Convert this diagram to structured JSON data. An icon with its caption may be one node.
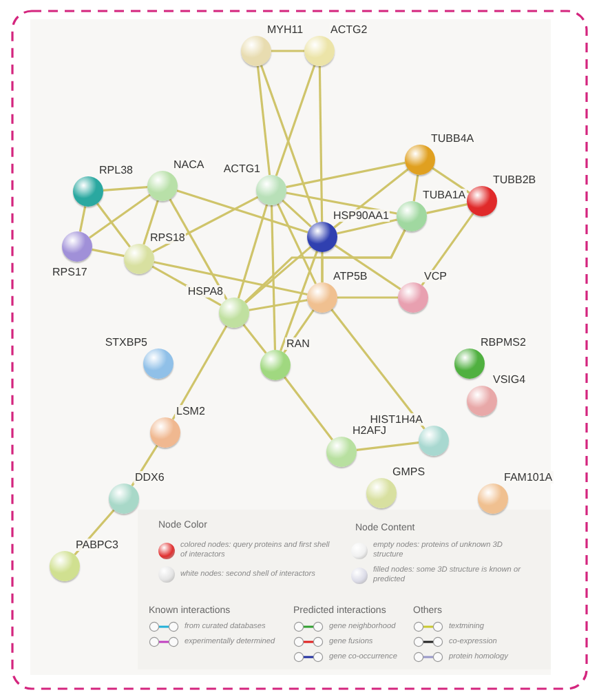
{
  "diagram": {
    "nodes": [
      {
        "text": [
          "MYH11"
        ]
      },
      {
        "text": [
          "ACTG2"
        ]
      },
      {
        "text": [
          "TUBB4A"
        ]
      },
      {
        "text": [
          "RPL38"
        ]
      },
      {
        "text": [
          "NACA"
        ]
      },
      {
        "text": [
          "ACTG1"
        ]
      },
      {
        "text": [
          "TUBB2B"
        ]
      },
      {
        "text": [
          "TUBA1A"
        ]
      },
      {
        "text": [
          "RPS17"
        ]
      },
      {
        "text": [
          "HSP90AA1"
        ]
      },
      {
        "text": [
          "RPS18"
        ]
      },
      {
        "text": [
          "VCP"
        ]
      },
      {
        "text": [
          "ATP5B"
        ]
      },
      {
        "text": [
          "HSPA8"
        ]
      },
      {
        "text": [
          "STXBP5"
        ]
      },
      {
        "text": [
          "RAN"
        ]
      },
      {
        "text": [
          "RBPMS2"
        ]
      },
      {
        "text": [
          "VSIG4"
        ]
      },
      {
        "text": [
          "LSM2"
        ]
      },
      {
        "text": [
          "H2AFJ"
        ]
      },
      {
        "text": [
          "HIST1H4A"
        ]
      },
      {
        "text": [
          "DDX6"
        ]
      },
      {
        "text": [
          "GMPS"
        ]
      },
      {
        "text": [
          "FAM101A"
        ]
      },
      {
        "text": [
          "PABPC3"
        ]
      }
    ],
    "edges": [
      {
        "from": 0,
        "to": 1,
        "arrow": "none"
      },
      {
        "from": 0,
        "to": 5,
        "arrow": "none"
      },
      {
        "from": 0,
        "to": 9,
        "arrow": "none"
      },
      {
        "from": 1,
        "to": 5,
        "arrow": "none"
      },
      {
        "from": 1,
        "to": 9,
        "arrow": "none"
      },
      {
        "from": 3,
        "to": 4,
        "arrow": "none"
      },
      {
        "from": 3,
        "to": 8,
        "arrow": "none"
      },
      {
        "from": 3,
        "to": 10,
        "arrow": "none"
      },
      {
        "from": 4,
        "to": 8,
        "arrow": "none"
      },
      {
        "from": 4,
        "to": 10,
        "arrow": "none"
      },
      {
        "from": 4,
        "to": 13,
        "arrow": "none"
      },
      {
        "from": 4,
        "to": 9,
        "arrow": "none"
      },
      {
        "from": 8,
        "to": 10,
        "arrow": "none"
      },
      {
        "from": 10,
        "to": 13,
        "arrow": "none"
      },
      {
        "from": 10,
        "to": 5,
        "arrow": "none"
      },
      {
        "from": 10,
        "to": 12,
        "arrow": "none"
      },
      {
        "from": 5,
        "to": 2,
        "arrow": "none"
      },
      {
        "from": 5,
        "to": 7,
        "arrow": "none"
      },
      {
        "from": 5,
        "to": 9,
        "arrow": "none"
      },
      {
        "from": 5,
        "to": 13,
        "arrow": "none"
      },
      {
        "from": 5,
        "to": 15,
        "arrow": "none"
      },
      {
        "from": 5,
        "to": 12,
        "arrow": "none"
      },
      {
        "from": 2,
        "to": 7,
        "arrow": "none"
      },
      {
        "from": 2,
        "to": 6,
        "arrow": "none"
      },
      {
        "from": 2,
        "to": 9,
        "arrow": "none"
      },
      {
        "from": 7,
        "to": 6,
        "arrow": "none"
      },
      {
        "from": 7,
        "to": 9,
        "arrow": "none"
      },
      {
        "from": 7,
        "to": 13,
        "arrow": "none"
      },
      {
        "from": 7,
        "to": 12,
        "arrow": "none"
      },
      {
        "from": 6,
        "to": 11,
        "arrow": "none"
      },
      {
        "from": 9,
        "to": 11,
        "arrow": "none"
      },
      {
        "from": 9,
        "to": 12,
        "arrow": "none"
      },
      {
        "from": 9,
        "to": 13,
        "arrow": "none"
      },
      {
        "from": 9,
        "to": 15,
        "arrow": "none"
      },
      {
        "from": 13,
        "to": 12,
        "arrow": "none"
      },
      {
        "from": 13,
        "to": 15,
        "arrow": "none"
      },
      {
        "from": 13,
        "to": 18,
        "arrow": "none"
      },
      {
        "from": 12,
        "to": 11,
        "arrow": "none"
      },
      {
        "from": 12,
        "to": 15,
        "arrow": "none"
      },
      {
        "from": 12,
        "to": 20,
        "arrow": "none"
      },
      {
        "from": 15,
        "to": 19,
        "arrow": "none"
      },
      {
        "from": 19,
        "to": 20,
        "arrow": "none"
      },
      {
        "from": 18,
        "to": 21,
        "arrow": "none"
      },
      {
        "from": 21,
        "to": 24,
        "arrow": "none"
      }
    ],
    "labels": [
      "Node Color",
      "Node Content",
      "Known interactions",
      "Predicted interactions",
      "Others"
    ],
    "legend": [
      {
        "text": "colored nodes: query proteins and first shell of interactors"
      },
      {
        "text": "white nodes: second shell of interactors"
      },
      {
        "text": "empty nodes: proteins of unknown 3D structure"
      },
      {
        "text": "filled nodes: some 3D structure is known or predicted"
      },
      {
        "text": "from curated databases"
      },
      {
        "text": "experimentally determined"
      },
      {
        "text": "gene neighborhood"
      },
      {
        "text": "gene fusions"
      },
      {
        "text": "gene co-occurrence"
      },
      {
        "text": "textmining"
      },
      {
        "text": "co-expression"
      },
      {
        "text": "protein homology"
      }
    ]
  }
}
